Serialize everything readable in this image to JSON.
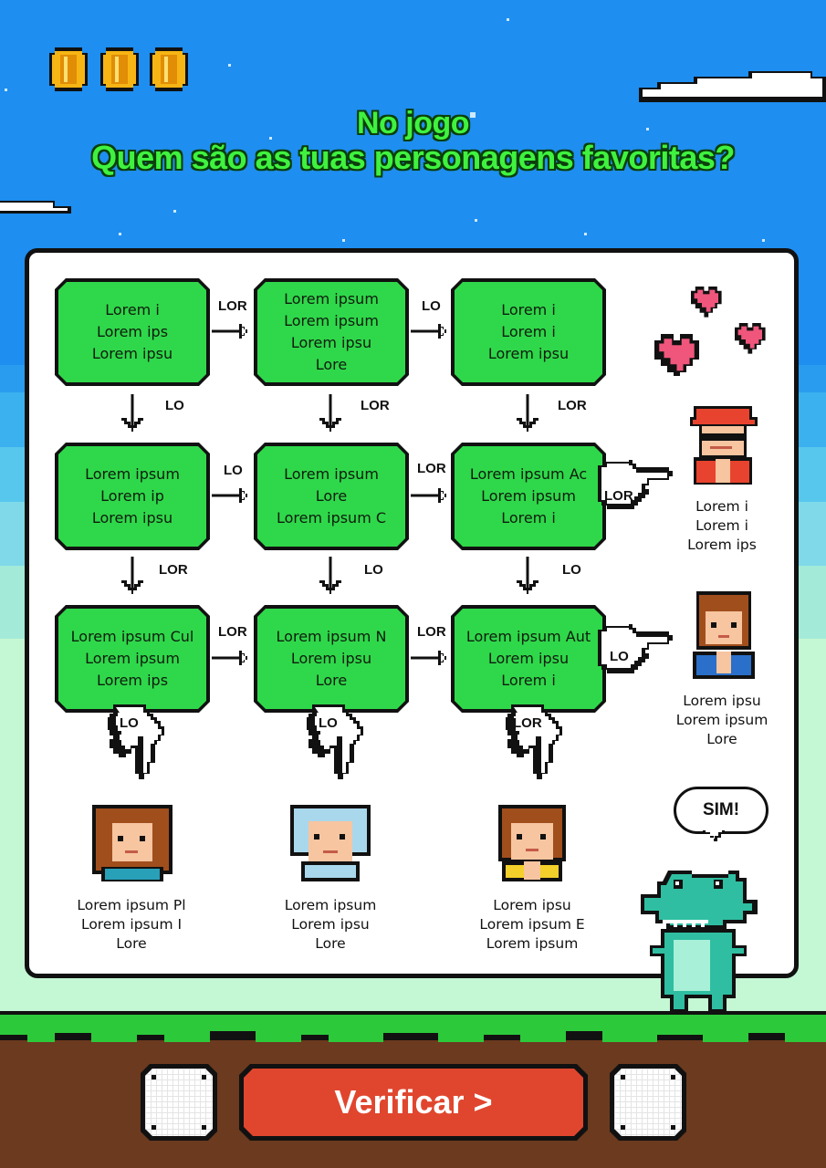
{
  "header": {
    "line1": "No jogo",
    "line2": "Quem são as tuas personagens favoritas?"
  },
  "lives": {
    "count": 3
  },
  "grid": {
    "boxes": [
      {
        "lines": [
          "Lorem i",
          "Lorem ips",
          "Lorem ipsu"
        ]
      },
      {
        "lines": [
          "Lorem ipsum",
          "Lorem ipsum",
          "Lorem ipsu",
          "Lore"
        ]
      },
      {
        "lines": [
          "Lorem i",
          "Lorem i",
          "Lorem ipsu"
        ]
      },
      {
        "lines": [
          "Lorem ipsum",
          "Lorem ip",
          "Lorem ipsu"
        ]
      },
      {
        "lines": [
          "Lorem ipsum",
          "Lore",
          "Lorem ipsum C"
        ]
      },
      {
        "lines": [
          "Lorem ipsum Ac",
          "Lorem ipsum",
          "Lorem i"
        ]
      },
      {
        "lines": [
          "Lorem ipsum Cul",
          "Lorem ipsum",
          "Lorem ips"
        ]
      },
      {
        "lines": [
          "Lorem ipsum N",
          "Lorem ipsu",
          "Lore"
        ]
      },
      {
        "lines": [
          "Lorem ipsum Aut",
          "Lorem ipsu",
          "Lorem i"
        ]
      }
    ],
    "right_arrow_labels": [
      "LOR",
      "LO",
      "LO",
      "LOR",
      "LOR",
      "LOR"
    ],
    "down_arrow_labels": [
      "LO",
      "LOR",
      "LOR",
      "LOR",
      "LO",
      "LO"
    ],
    "pointer_labels": {
      "row2_right": "LOR",
      "row3_right": "LO",
      "bottom": [
        "LO",
        "LO",
        "LOR"
      ]
    }
  },
  "characters": {
    "right": [
      {
        "lines": [
          "Lorem i",
          "Lorem i",
          "Lorem ips"
        ]
      },
      {
        "lines": [
          "Lorem ipsu",
          "Lorem ipsum",
          "Lore"
        ]
      }
    ],
    "bottom": [
      {
        "lines": [
          "Lorem ipsum Pl",
          "Lorem ipsum I",
          "Lore"
        ]
      },
      {
        "lines": [
          "Lorem ipsum",
          "Lorem ipsu",
          "Lore"
        ]
      },
      {
        "lines": [
          "Lorem ipsu",
          "Lorem ipsum E",
          "Lorem ipsum"
        ]
      }
    ]
  },
  "mascot": {
    "speech": "SIM!"
  },
  "footer": {
    "verify_label": "Verificar >"
  },
  "colors": {
    "sky": "#1e8ef0",
    "box": "#2fd84a",
    "button": "#e0462e",
    "grass": "#2cc93b",
    "dirt": "#6b3a1f"
  }
}
